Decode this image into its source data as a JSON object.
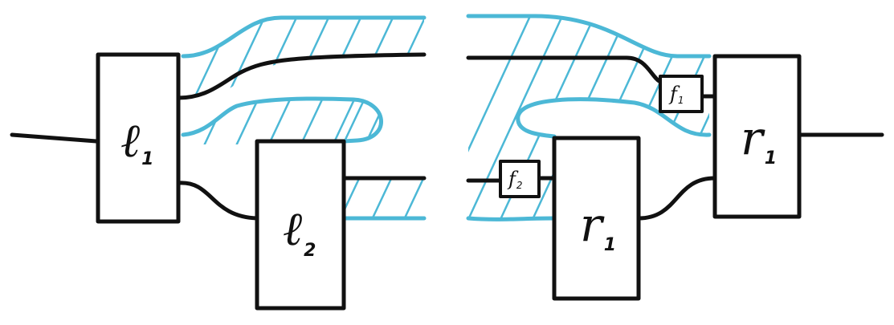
{
  "diagram": {
    "left": {
      "box_l1": {
        "letter": "ℓ",
        "subscript": "1"
      },
      "box_l2": {
        "letter": "ℓ",
        "subscript": "2"
      }
    },
    "right": {
      "box_r1_large": {
        "letter": "r",
        "subscript": "1"
      },
      "box_r1_small": {
        "letter": "r",
        "subscript": "1"
      },
      "box_f1": {
        "letter": "f",
        "subscript": "1"
      },
      "box_f2": {
        "letter": "f",
        "subscript": "2"
      }
    }
  },
  "colors": {
    "ink": "#111111",
    "region": "#4cb8d6"
  }
}
